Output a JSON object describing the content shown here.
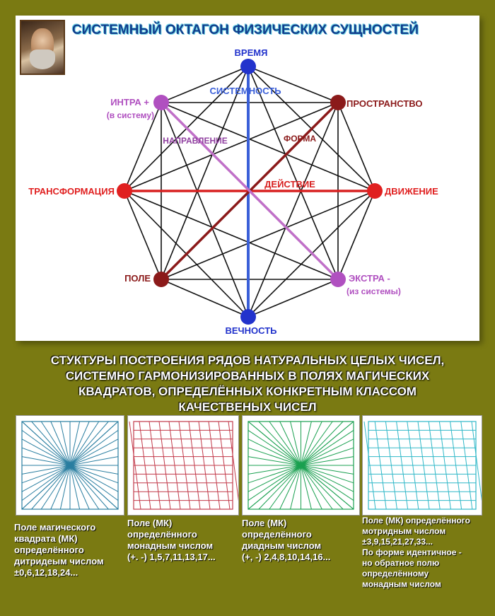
{
  "header": {
    "title": "СИСТЕМНЫЙ ОКТАГОН ФИЗИЧЕСКИХ СУЩНОСТЕЙ"
  },
  "octagon": {
    "vertices": [
      {
        "id": "top",
        "label": "ВРЕМЯ",
        "color": "#2233cc"
      },
      {
        "id": "top-right",
        "label": "ПРОСТРАНСТВО",
        "color": "#8b1a1a"
      },
      {
        "id": "right",
        "label": "ДВИЖЕНИЕ",
        "color": "#e02020"
      },
      {
        "id": "bottom-right",
        "label": "ЭКСТРА -",
        "sublabel": "(из системы)",
        "color": "#b050c0"
      },
      {
        "id": "bottom",
        "label": "ВЕЧНОСТЬ",
        "color": "#2233cc"
      },
      {
        "id": "bottom-left",
        "label": "ПОЛЕ",
        "color": "#8b1a1a"
      },
      {
        "id": "left",
        "label": "ТРАНСФОРМАЦИЯ",
        "color": "#e02020"
      },
      {
        "id": "top-left",
        "label": "ИНТРА +",
        "sublabel": "(в систему)",
        "color": "#b050c0"
      }
    ],
    "axis_labels": {
      "vertical": "СИСТЕМНОСТЬ",
      "diag_pink": "НАПРАВЛЕНИЕ",
      "diag_dark": "ФОРМА",
      "horizontal": "ДЕЙСТВИЕ"
    },
    "colors": {
      "edges": "#111111",
      "vertical_axis": "#3a5fd8",
      "horizontal_axis": "#d82020",
      "diag_dark_axis": "#8b1a1a",
      "diag_pink_axis": "#c070c8"
    }
  },
  "section": {
    "lines": [
      "СТУКТУРЫ ПОСТРОЕНИЯ РЯДОВ НАТУРАЛЬНЫХ ЦЕЛЫХ ЧИСЕЛ,",
      "СИСТЕМНО ГАРМОНИЗИРОВАННЫХ В ПОЛЯХ МАГИЧЕСКИХ",
      "КВАДРАТОВ, ОПРЕДЕЛЁННЫХ КОНКРЕТНЫМ КЛАССОМ",
      "КАЧЕСТВЕНЫХ ЧИСЕЛ"
    ]
  },
  "fields": [
    {
      "color": "#2a7ea0",
      "lines": [
        "Поле магического",
        "квадрата (МК)",
        "определённого",
        "дитридеым числом",
        "±0,6,12,18,24..."
      ]
    },
    {
      "color": "#c23a4a",
      "lines": [
        "Поле (МК)",
        "определённого",
        "монадным числом",
        "(+. -) 1,5,7,11,13,17..."
      ]
    },
    {
      "color": "#1aa050",
      "lines": [
        "Поле (МК)",
        "определённого",
        "диадным числом",
        "(+, -) 2,4,8,10,14,16..."
      ]
    },
    {
      "color": "#30b8c8",
      "lines": [
        "Поле (МК) определённого",
        "мотридным числом",
        "±3,9,15,21,27,33...",
        " По форме идентичное -",
        "но обратное полю",
        "определённому",
        "монадным числом"
      ]
    }
  ]
}
